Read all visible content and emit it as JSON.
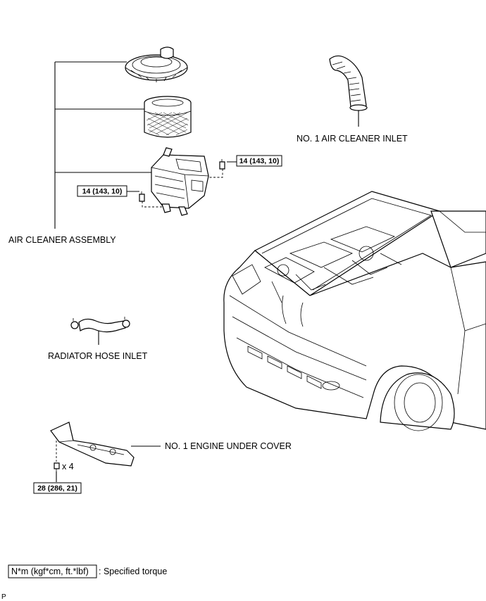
{
  "labels": {
    "air_cleaner_assembly": "AIR CLEANER ASSEMBLY",
    "no1_air_cleaner_inlet": "NO. 1 AIR CLEANER INLET",
    "radiator_hose_inlet": "RADIATOR HOSE INLET",
    "no1_engine_under_cover": "NO. 1 ENGINE UNDER COVER",
    "quantity_x4": "x 4"
  },
  "torques": {
    "air_cleaner_bolt_right": "14 (143, 10)",
    "air_cleaner_bolt_left": "14 (143, 10)",
    "under_cover_bolt": "28 (286, 21)"
  },
  "legend": {
    "unit_box": "N*m (kgf*cm, ft.*lbf)",
    "description": ": Specified torque"
  },
  "footer_code": "P"
}
